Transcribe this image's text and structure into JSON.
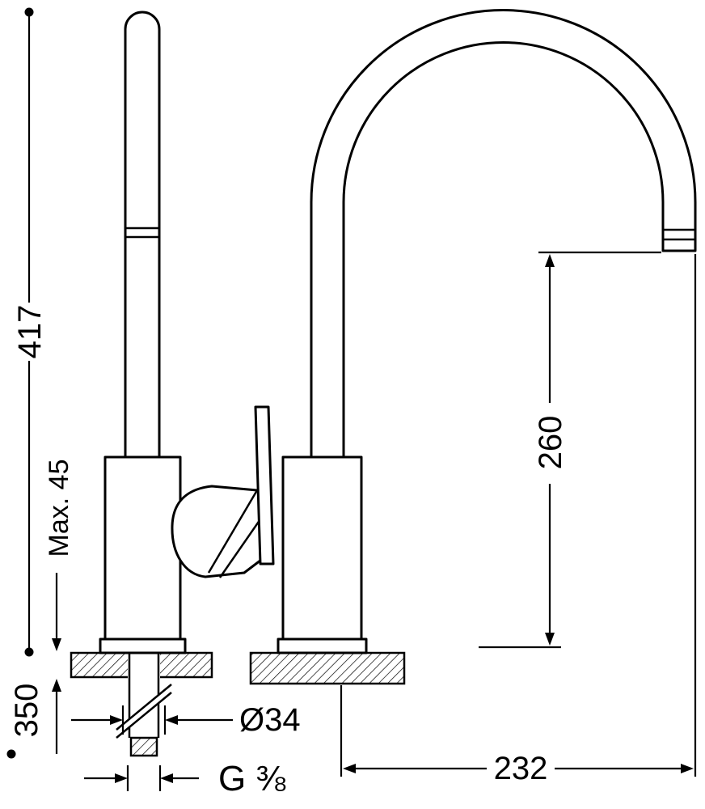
{
  "drawing": {
    "background": "#ffffff",
    "line_color": "#000000",
    "labels": {
      "total_height": "417",
      "max_deck_thickness": "Max. 45",
      "supply_length": "350",
      "base_diameter": "Ø34",
      "thread_size": "G ⅜",
      "outlet_height": "260",
      "spout_reach": "232"
    }
  }
}
